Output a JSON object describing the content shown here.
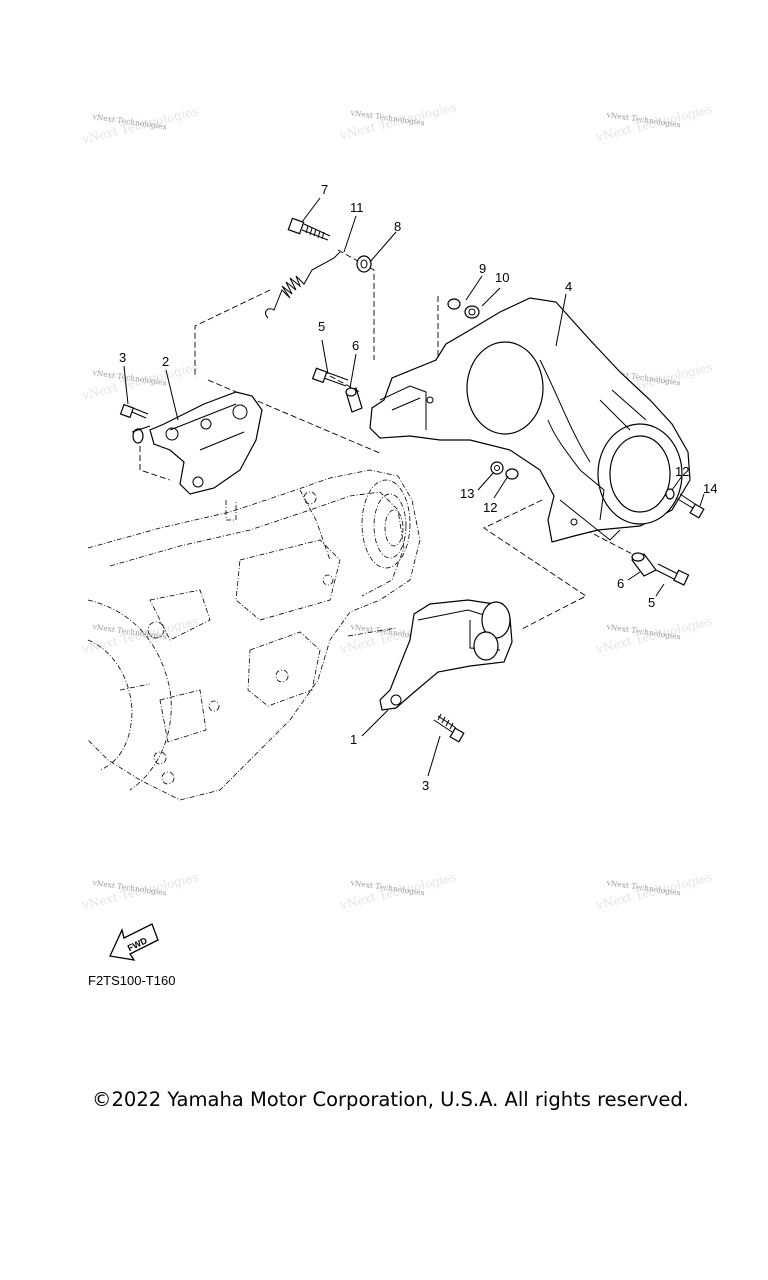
{
  "diagram": {
    "callouts": [
      {
        "id": "c7",
        "text": "7"
      },
      {
        "id": "c11",
        "text": "11"
      },
      {
        "id": "c8",
        "text": "8"
      },
      {
        "id": "c9",
        "text": "9"
      },
      {
        "id": "c10",
        "text": "10"
      },
      {
        "id": "c4",
        "text": "4"
      },
      {
        "id": "c5a",
        "text": "5"
      },
      {
        "id": "c6a",
        "text": "6"
      },
      {
        "id": "c3a",
        "text": "3"
      },
      {
        "id": "c2",
        "text": "2"
      },
      {
        "id": "c13",
        "text": "13"
      },
      {
        "id": "c12a",
        "text": "12"
      },
      {
        "id": "c12b",
        "text": "12"
      },
      {
        "id": "c14",
        "text": "14"
      },
      {
        "id": "c6b",
        "text": "6"
      },
      {
        "id": "c5b",
        "text": "5"
      },
      {
        "id": "c1",
        "text": "1"
      },
      {
        "id": "c3b",
        "text": "3"
      }
    ],
    "fwd_label": "FWD",
    "code": "F2TS100-T160"
  },
  "watermark": {
    "text": "vNext Technologies",
    "big_text": "vNext Technologies"
  },
  "copyright": "©2022 Yamaha Motor Corporation, U.S.A. All rights reserved."
}
